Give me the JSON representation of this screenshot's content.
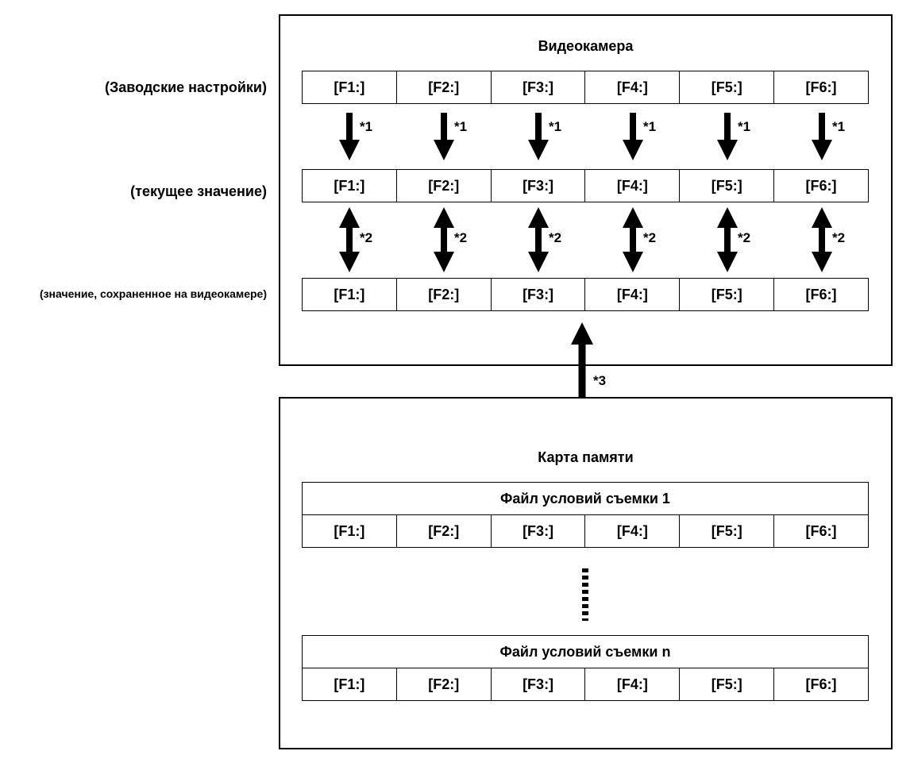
{
  "camera": {
    "title": "Видеокамера",
    "rows": [
      {
        "label": "(Заводские настройки)",
        "cells": [
          "[F1:]",
          "[F2:]",
          "[F3:]",
          "[F4:]",
          "[F5:]",
          "[F6:]"
        ]
      },
      {
        "label": "(текущее значение)",
        "cells": [
          "[F1:]",
          "[F2:]",
          "[F3:]",
          "[F4:]",
          "[F5:]",
          "[F6:]"
        ]
      },
      {
        "label": "(значение, сохраненное на видеокамере)",
        "cells": [
          "[F1:]",
          "[F2:]",
          "[F3:]",
          "[F4:]",
          "[F5:]",
          "[F6:]"
        ]
      }
    ],
    "arrow_label_1": "*1",
    "arrow_label_2": "*2"
  },
  "link_label": "*3",
  "card": {
    "title": "Карта памяти",
    "files": [
      {
        "name": "Файл условий съемки 1",
        "cells": [
          "[F1:]",
          "[F2:]",
          "[F3:]",
          "[F4:]",
          "[F5:]",
          "[F6:]"
        ]
      },
      {
        "name": "Файл условий съемки n",
        "cells": [
          "[F1:]",
          "[F2:]",
          "[F3:]",
          "[F4:]",
          "[F5:]",
          "[F6:]"
        ]
      }
    ]
  }
}
